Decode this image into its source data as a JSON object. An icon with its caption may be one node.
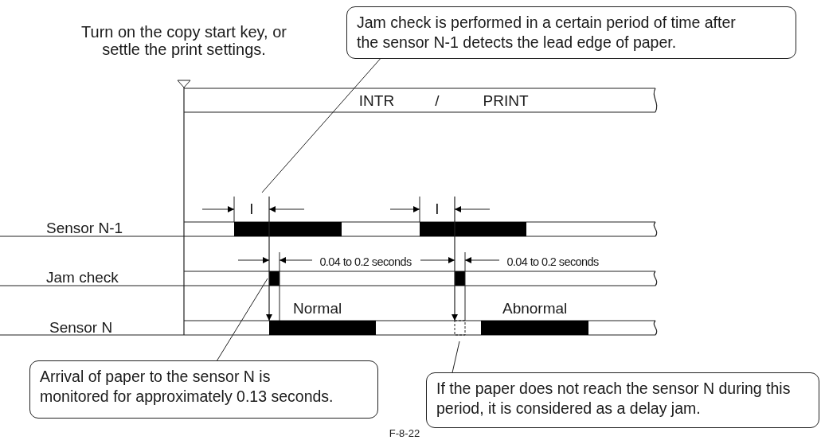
{
  "diagram": {
    "caption": "F-8-22",
    "nodes": [
      {
        "text": [
          "Jam check is performed in a certain period of time after the sensor N-1 detects the lead edge of paper."
        ]
      },
      {
        "text": [
          "Arrival of paper to the sensor N is monitored for approximately 0.13 seconds."
        ]
      },
      {
        "text": [
          "If the paper does not reach the sensor N during this period, it is considered as a delay jam."
        ]
      }
    ],
    "edges": [
      {
        "from": 0,
        "to": null,
        "arrow": "none"
      },
      {
        "from": 1,
        "to": null,
        "arrow": "none"
      },
      {
        "from": 2,
        "to": null,
        "arrow": "none"
      }
    ],
    "labels": [
      "Turn on the copy start key, or settle the print settings.",
      "INTR",
      "/",
      "PRINT",
      "I",
      "I",
      "Sensor N-1",
      "0.04 to 0.2 seconds",
      "0.04 to 0.2 seconds",
      "Jam check",
      "Normal",
      "Abnormal",
      "Sensor N"
    ]
  }
}
